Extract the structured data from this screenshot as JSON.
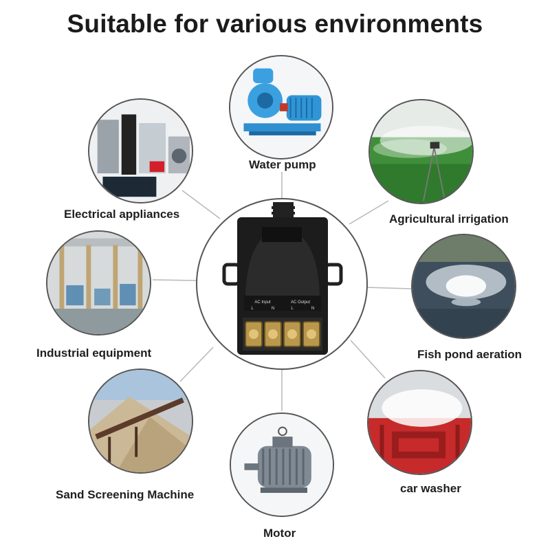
{
  "title": "Suitable for various environments",
  "applications": [
    {
      "label": "Water pump"
    },
    {
      "label": "Agricultural irrigation"
    },
    {
      "label": "Fish pond aeration"
    },
    {
      "label": "car washer"
    },
    {
      "label": "Motor"
    },
    {
      "label": "Sand Screening Machine"
    },
    {
      "label": "Industrial equipment"
    },
    {
      "label": "Electrical appliances"
    }
  ],
  "device": {
    "terminal_labels": [
      "AC Input",
      "AC Output"
    ],
    "terminal_marks": [
      "L",
      "N",
      "L",
      "N"
    ]
  },
  "colors": {
    "outline": "#555555",
    "connector": "#b8b8b8",
    "text": "#1e1e1e"
  }
}
